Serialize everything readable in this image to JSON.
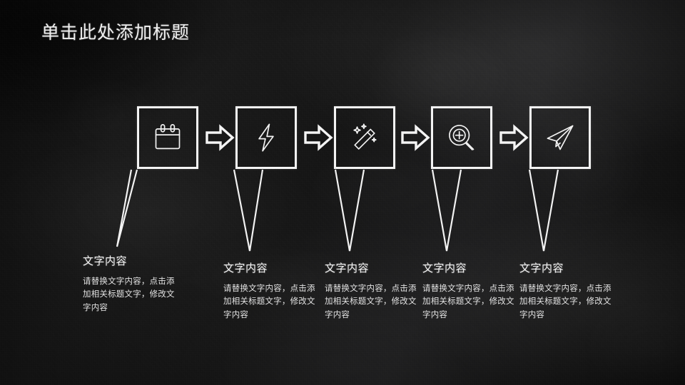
{
  "slide": {
    "title": "单击此处添加标题",
    "background_color": "#151515",
    "chalk_color": "#f2f2f2"
  },
  "steps": [
    {
      "icon": "calendar-icon",
      "caption_title": "文字内容",
      "caption_body": "请替换文字内容，点击添加相关标题文字，修改文字内容"
    },
    {
      "icon": "lightning-bolt-icon",
      "caption_title": "文字内容",
      "caption_body": "请替换文字内容，点击添加相关标题文字，修改文字内容"
    },
    {
      "icon": "magic-wand-icon",
      "caption_title": "文字内容",
      "caption_body": "请替换文字内容，点击添加相关标题文字，修改文字内容"
    },
    {
      "icon": "zoom-in-magnifier-icon",
      "caption_title": "文字内容",
      "caption_body": "请替换文字内容，点击添加相关标题文字，修改文字内容"
    },
    {
      "icon": "paper-plane-icon",
      "caption_title": "文字内容",
      "caption_body": "请替换文字内容，点击添加相关标题文字，修改文字内容"
    }
  ],
  "arrows": [
    {
      "icon": "arrow-right-icon"
    },
    {
      "icon": "arrow-right-icon"
    },
    {
      "icon": "arrow-right-icon"
    },
    {
      "icon": "arrow-right-icon"
    }
  ]
}
